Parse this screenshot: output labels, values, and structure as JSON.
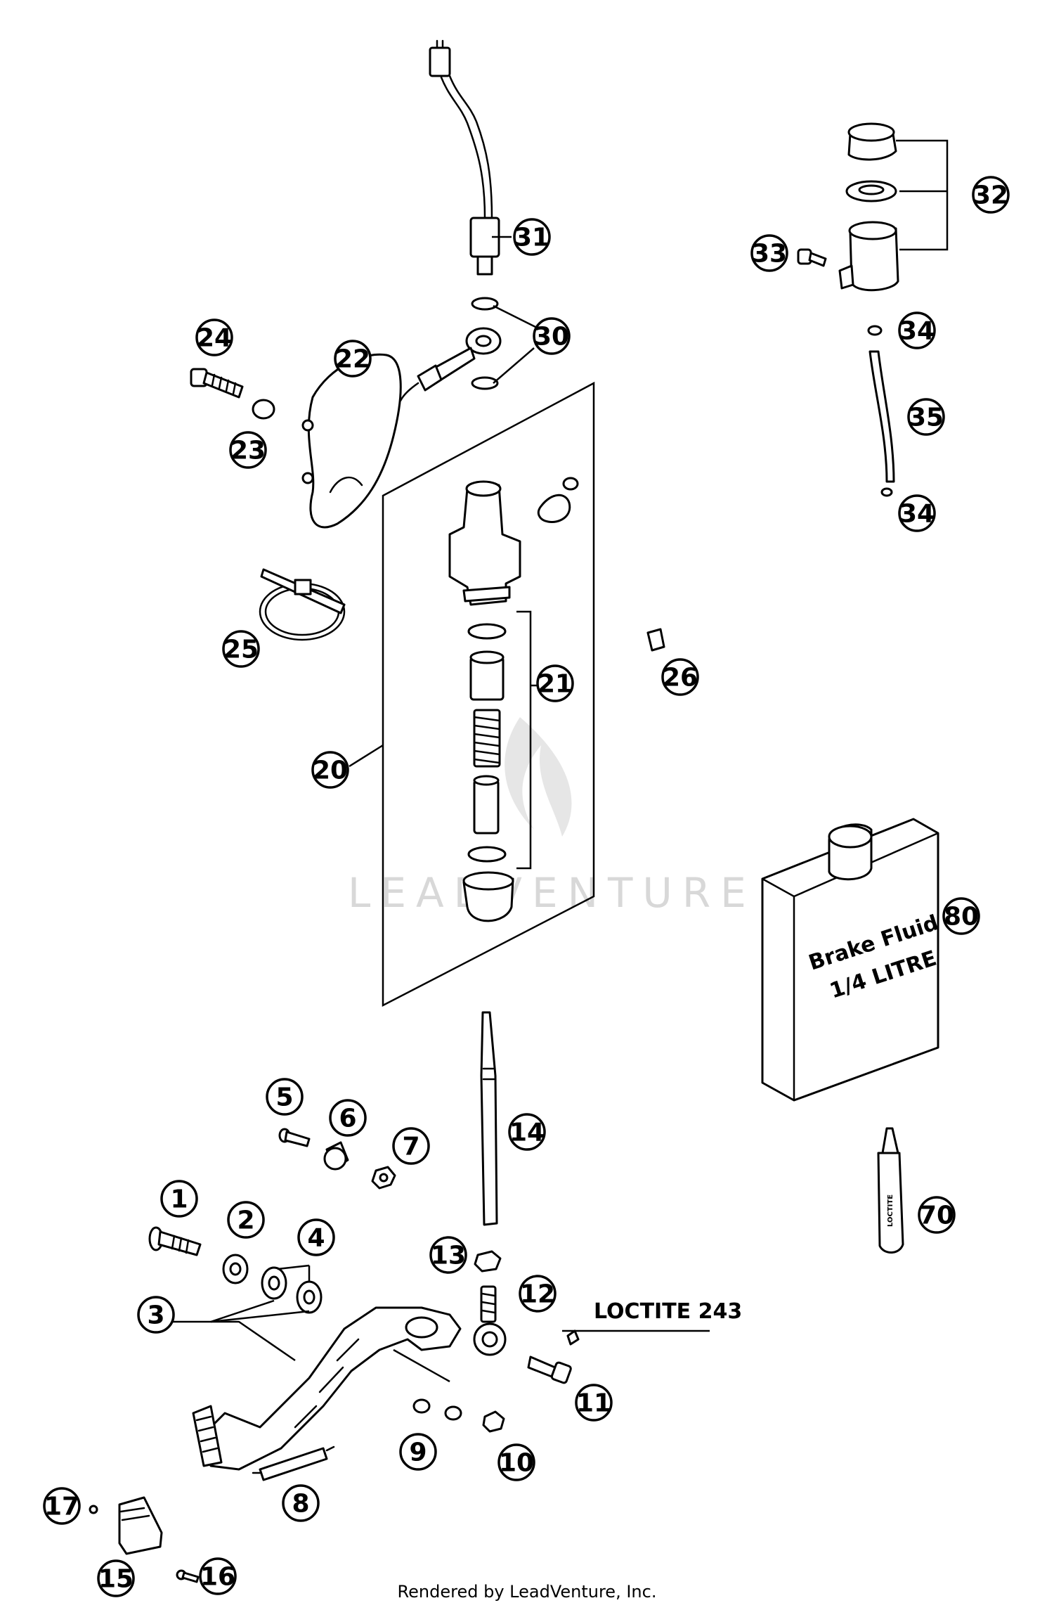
{
  "labels": {
    "loctite": "LOCTITE 243",
    "bottle_line1": "Brake Fluid",
    "bottle_line2": "1/4 LITRE",
    "tube_text": "LOCTITE"
  },
  "watermark": "LEADVENTURE",
  "footer": "Rendered by LeadVenture, Inc.",
  "callouts": [
    "1",
    "2",
    "3",
    "4",
    "5",
    "6",
    "7",
    "8",
    "9",
    "10",
    "11",
    "12",
    "13",
    "14",
    "15",
    "16",
    "17",
    "20",
    "21",
    "22",
    "23",
    "24",
    "25",
    "26",
    "30",
    "31",
    "32",
    "33",
    "34",
    "35",
    "70",
    "80"
  ]
}
